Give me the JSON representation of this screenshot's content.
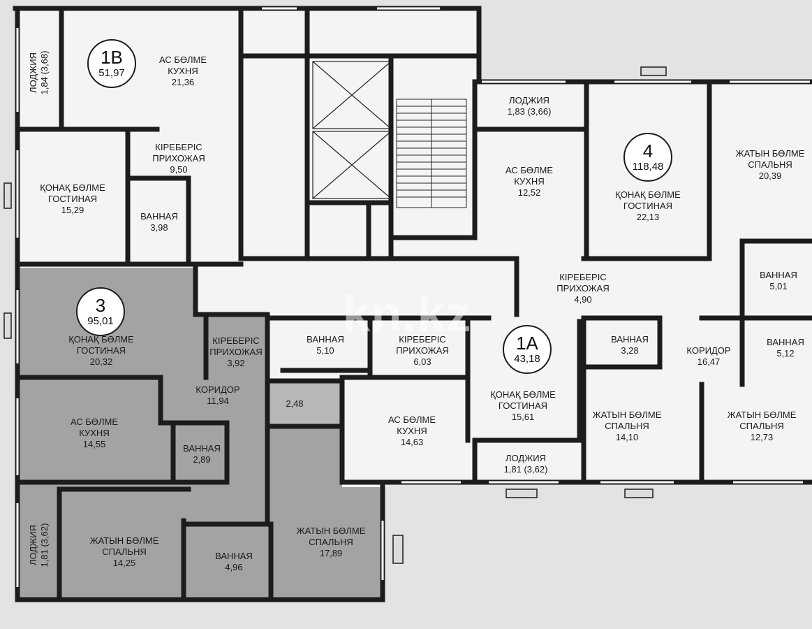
{
  "colors": {
    "background": "#e8e8e6",
    "room_white": "#f4f4f2",
    "apartment_3_fill": "#9b9b99",
    "wall": "#1c1c1c"
  },
  "apartments": {
    "a1b": {
      "id": "1В",
      "area": "51,97"
    },
    "a3": {
      "id": "3",
      "area": "95,01"
    },
    "a4": {
      "id": "4",
      "area": "118,48"
    },
    "a1a": {
      "id": "1А",
      "area": "43,18"
    }
  },
  "rooms": {
    "a1b_loggia": {
      "line1": "ЛОДЖИЯ",
      "line2": "1,84 (3,68)"
    },
    "a1b_kitchen": {
      "line1": "АС БӨЛМЕ",
      "line2": "КУХНЯ",
      "line3": "21,36"
    },
    "a1b_hall": {
      "line1": "КІРЕБЕРІС",
      "line2": "ПРИХОЖАЯ",
      "line3": "9,50"
    },
    "a1b_living": {
      "line1": "ҚОНАҚ БӨЛМЕ",
      "line2": "ГОСТИНАЯ",
      "line3": "15,29"
    },
    "a1b_bath": {
      "line1": "ВАННАЯ",
      "line2": "3,98"
    },
    "a3_living": {
      "line1": "ҚОНАҚ БӨЛМЕ",
      "line2": "ГОСТИНАЯ",
      "line3": "20,32"
    },
    "a3_hall": {
      "line1": "КІРЕБЕРІС",
      "line2": "ПРИХОЖАЯ",
      "line3": "3,92"
    },
    "a3_corridor": {
      "line1": "КОРИДОР",
      "line2": "11,94"
    },
    "a3_closet": {
      "line1": "2,48"
    },
    "a3_kitchen": {
      "line1": "АС БӨЛМЕ",
      "line2": "КУХНЯ",
      "line3": "14,55"
    },
    "a3_bath1": {
      "line1": "ВАННАЯ",
      "line2": "2,89"
    },
    "a3_loggia": {
      "line1": "ЛОДЖИЯ",
      "line2": "1,81 (3,62)"
    },
    "a3_bed1": {
      "line1": "ЖАТЫН БӨЛМЕ",
      "line2": "СПАЛЬНЯ",
      "line3": "14,25"
    },
    "a3_bath2": {
      "line1": "ВАННАЯ",
      "line2": "4,96"
    },
    "a3_bed2": {
      "line1": "ЖАТЫН БӨЛМЕ",
      "line2": "СПАЛЬНЯ",
      "line3": "17,89"
    },
    "a4_loggia": {
      "line1": "ЛОДЖИЯ",
      "line2": "1,83 (3,66)"
    },
    "a4_kitchen": {
      "line1": "АС БӨЛМЕ",
      "line2": "КУХНЯ",
      "line3": "12,52"
    },
    "a4_living": {
      "line1": "ҚОНАҚ БӨЛМЕ",
      "line2": "ГОСТИНАЯ",
      "line3": "22,13"
    },
    "a4_bed1": {
      "line1": "ЖАТЫН БӨЛМЕ",
      "line2": "СПАЛЬНЯ",
      "line3": "20,39"
    },
    "a4_hall": {
      "line1": "КІРЕБЕРІС",
      "line2": "ПРИХОЖАЯ",
      "line3": "4,90"
    },
    "a4_bath1": {
      "line1": "ВАННАЯ",
      "line2": "5,01"
    },
    "a4_bath2": {
      "line1": "ВАННАЯ",
      "line2": "3,28"
    },
    "a4_corridor": {
      "line1": "КОРИДОР",
      "line2": "16,47"
    },
    "a4_bath3": {
      "line1": "ВАННАЯ",
      "line2": "5,12"
    },
    "a4_bed2": {
      "line1": "ЖАТЫН БӨЛМЕ",
      "line2": "СПАЛЬНЯ",
      "line3": "14,10"
    },
    "a4_bed3": {
      "line1": "ЖАТЫН БӨЛМЕ",
      "line2": "СПАЛЬНЯ",
      "line3": "12,73"
    },
    "a1a_bath": {
      "line1": "ВАННАЯ",
      "line2": "5,10"
    },
    "a1a_hall": {
      "line1": "КІРЕБЕРІС",
      "line2": "ПРИХОЖАЯ",
      "line3": "6,03"
    },
    "a1a_kitchen": {
      "line1": "АС БӨЛМЕ",
      "line2": "КУХНЯ",
      "line3": "14,63"
    },
    "a1a_living": {
      "line1": "ҚОНАҚ БӨЛМЕ",
      "line2": "ГОСТИНАЯ",
      "line3": "15,61"
    },
    "a1a_loggia": {
      "line1": "ЛОДЖИЯ",
      "line2": "1,81 (3,62)"
    }
  },
  "watermark": "kn.kz"
}
